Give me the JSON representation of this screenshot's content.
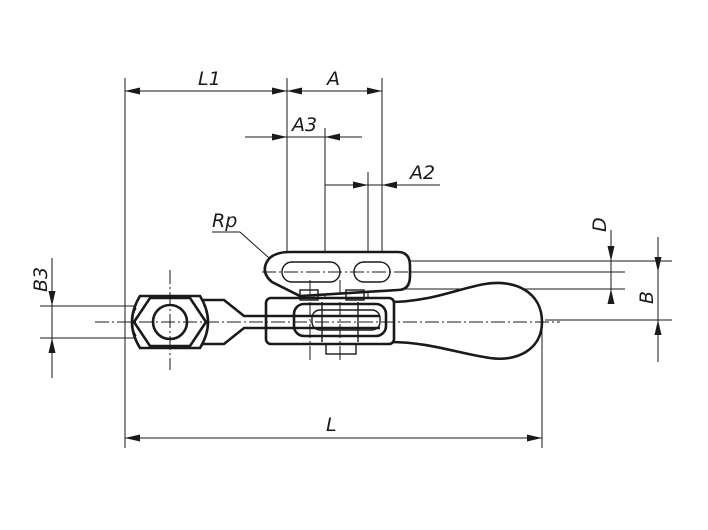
{
  "diagram": {
    "labels": {
      "L1": "L1",
      "A": "A",
      "A3": "A3",
      "A2": "A2",
      "Rp": "Rp",
      "D": "D",
      "B": "B",
      "B3": "B3",
      "L": "L"
    },
    "colors": {
      "line": "#1a1a1a",
      "background": "#ffffff",
      "handle_fill": "#ffffff"
    }
  }
}
